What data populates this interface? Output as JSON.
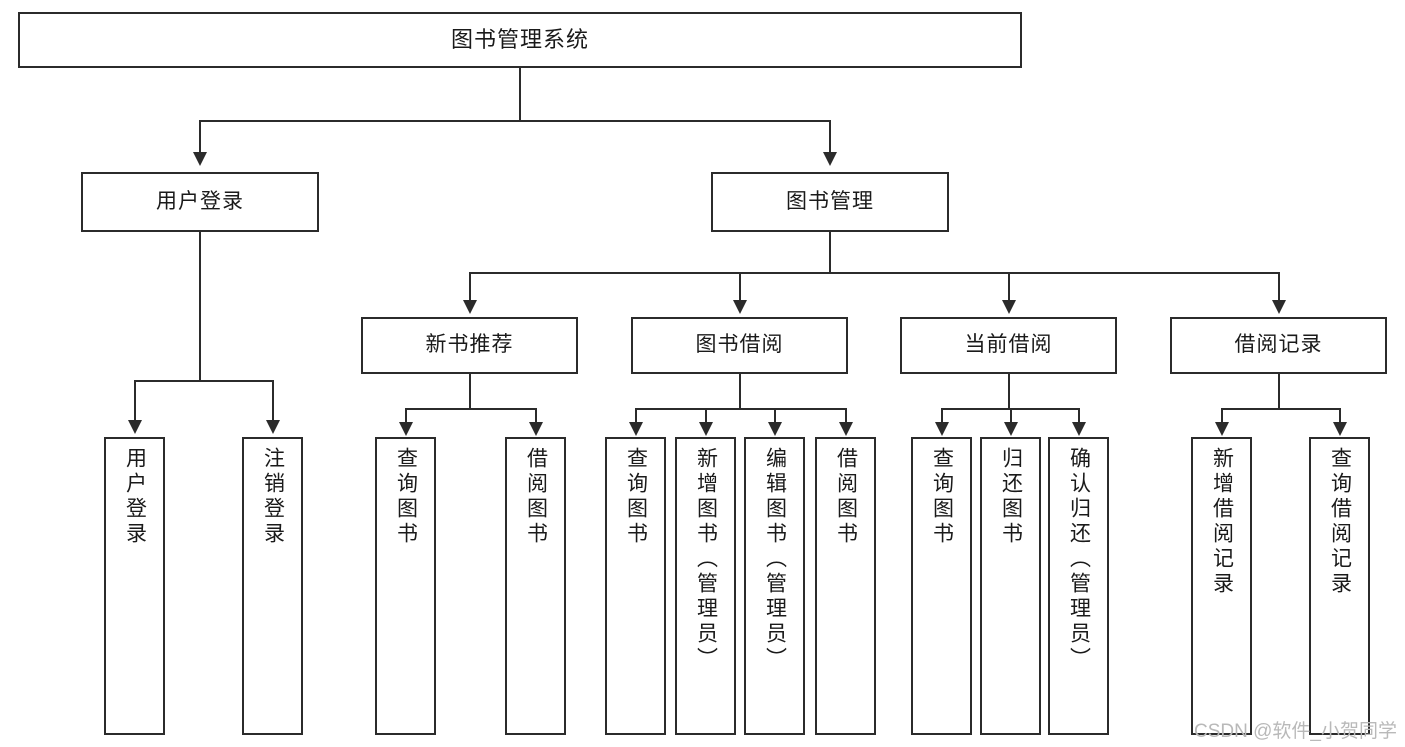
{
  "diagram": {
    "title": "图书管理系统",
    "type": "functional-structure-tree",
    "root": {
      "label": "图书管理系统",
      "children": [
        {
          "label": "用户登录",
          "children": [
            {
              "label": "用户登录"
            },
            {
              "label": "注销登录"
            }
          ]
        },
        {
          "label": "图书管理",
          "children": [
            {
              "label": "新书推荐",
              "children": [
                {
                  "label": "查询图书"
                },
                {
                  "label": "借阅图书"
                }
              ]
            },
            {
              "label": "图书借阅",
              "children": [
                {
                  "label": "查询图书"
                },
                {
                  "label": "新增图书（管理员）"
                },
                {
                  "label": "编辑图书（管理员）"
                },
                {
                  "label": "借阅图书"
                }
              ]
            },
            {
              "label": "当前借阅",
              "children": [
                {
                  "label": "查询图书"
                },
                {
                  "label": "归还图书"
                },
                {
                  "label": "确认归还（管理员）"
                }
              ]
            },
            {
              "label": "借阅记录",
              "children": [
                {
                  "label": "新增借阅记录"
                },
                {
                  "label": "查询借阅记录"
                }
              ]
            }
          ]
        }
      ]
    }
  },
  "nodes": {
    "root": "图书管理系统",
    "user_login": "用户登录",
    "book_manage": "图书管理",
    "new_book_rec": "新书推荐",
    "book_borrow": "图书借阅",
    "current_borrow": "当前借阅",
    "borrow_record": "借阅记录",
    "leaf_user_login": "用户登录",
    "leaf_logout": "注销登录",
    "leaf_query_book_1": "查询图书",
    "leaf_borrow_book_1": "借阅图书",
    "leaf_query_book_2": "查询图书",
    "leaf_add_book": "新增图书（管理员）",
    "leaf_edit_book": "编辑图书（管理员）",
    "leaf_borrow_book_2": "借阅图书",
    "leaf_query_book_3": "查询图书",
    "leaf_return_book": "归还图书",
    "leaf_confirm_return": "确认归还（管理员）",
    "leaf_add_record": "新增借阅记录",
    "leaf_query_record": "查询借阅记录"
  },
  "watermark": {
    "text": "CSDN @软件_小贺同学"
  },
  "colors": {
    "stroke": "#2b2b2b",
    "fill": "#ffffff",
    "text": "#1a1a1a",
    "watermark": "#b9b9b9"
  }
}
